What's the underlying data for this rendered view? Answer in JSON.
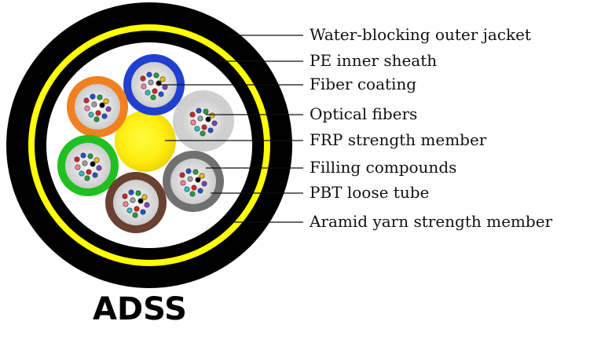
{
  "diagram": {
    "caption": "ADSS",
    "labels": [
      "Water-blocking outer jacket",
      "PE inner sheath",
      "Fiber coating",
      "Optical fibers",
      "FRP strength member",
      "Filling compounds",
      "PBT loose tube",
      "Aramid yarn strength member"
    ],
    "colors": {
      "outer_jacket": "#000000",
      "aramid_ring": "#ffff00",
      "inner_sheath": "#000000",
      "core_fill": "#ffffff",
      "frp_member": "#fff000",
      "tubes": [
        "#2240d0",
        "#f08020",
        "#c8c8c8",
        "#20c020",
        "#707070",
        "#6a4030"
      ],
      "fiber_dots": [
        "#e02020",
        "#2050e0",
        "#20a040",
        "#f0c000",
        "#ff80a0",
        "#a0a0a0",
        "#000000",
        "#8040c0",
        "#30c0c0"
      ]
    }
  }
}
